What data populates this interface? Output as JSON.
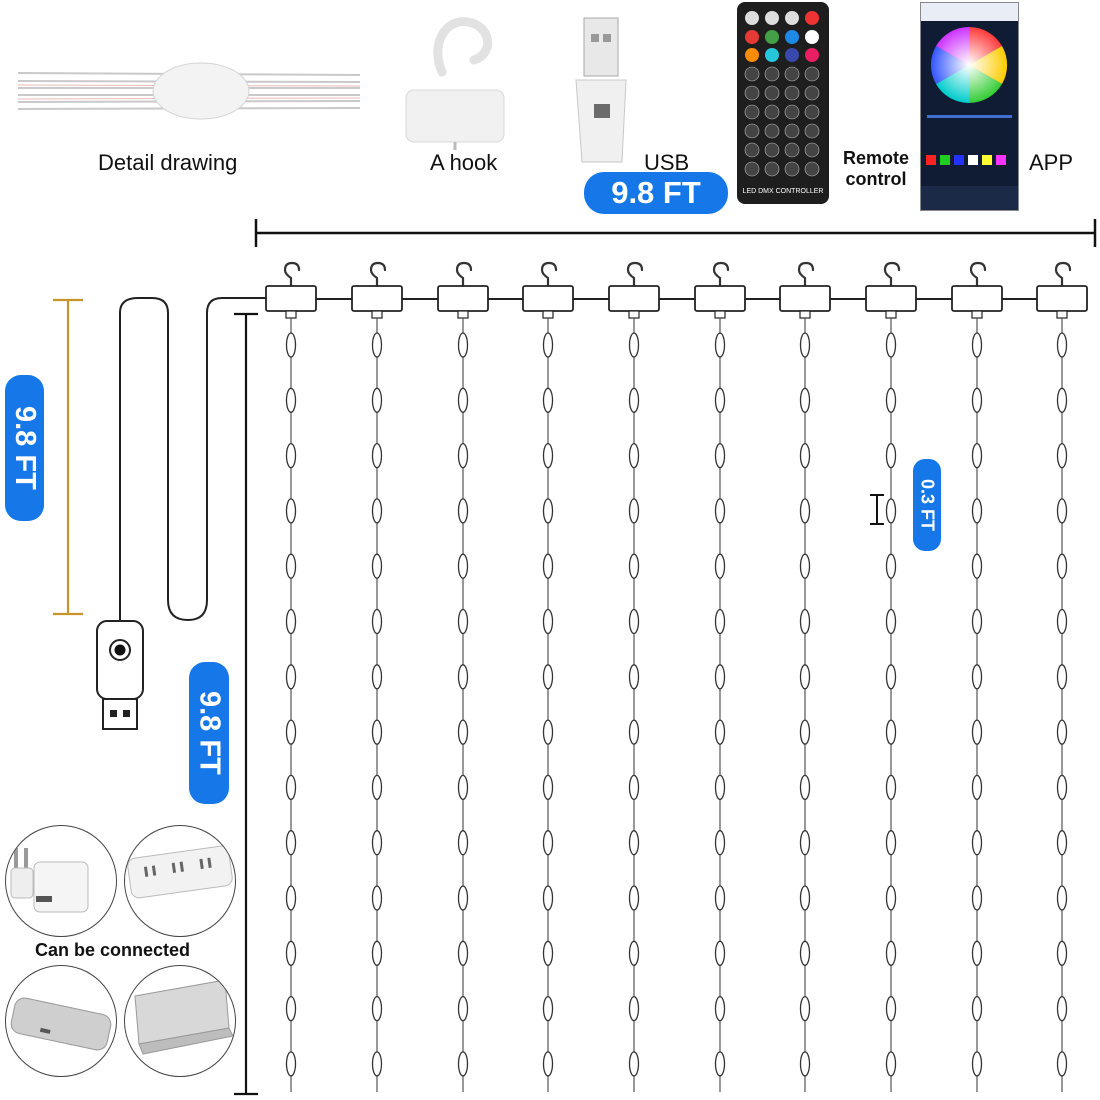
{
  "captions": {
    "detail_drawing": "Detail drawing",
    "hook": "A hook",
    "usb": "USB",
    "remote": "Remote control",
    "app": "APP",
    "can_be_connected": "Can be connected"
  },
  "dimensions": {
    "top_width": "9.8 FT",
    "cable_length": "9.8 FT",
    "curtain_height": "9.8 FT",
    "bulb_spacing": "0.3 FT"
  },
  "remote_label": "LED DMX CONTROLLER",
  "colors": {
    "accent_blue": "#1677e8",
    "cable_gold": "#c8932a",
    "remote_body": "#1e1e1e"
  },
  "icons": [
    "hook-icon",
    "usb-plug-icon",
    "wall-adapter-icon",
    "power-strip-icon",
    "power-bank-icon",
    "laptop-icon"
  ]
}
